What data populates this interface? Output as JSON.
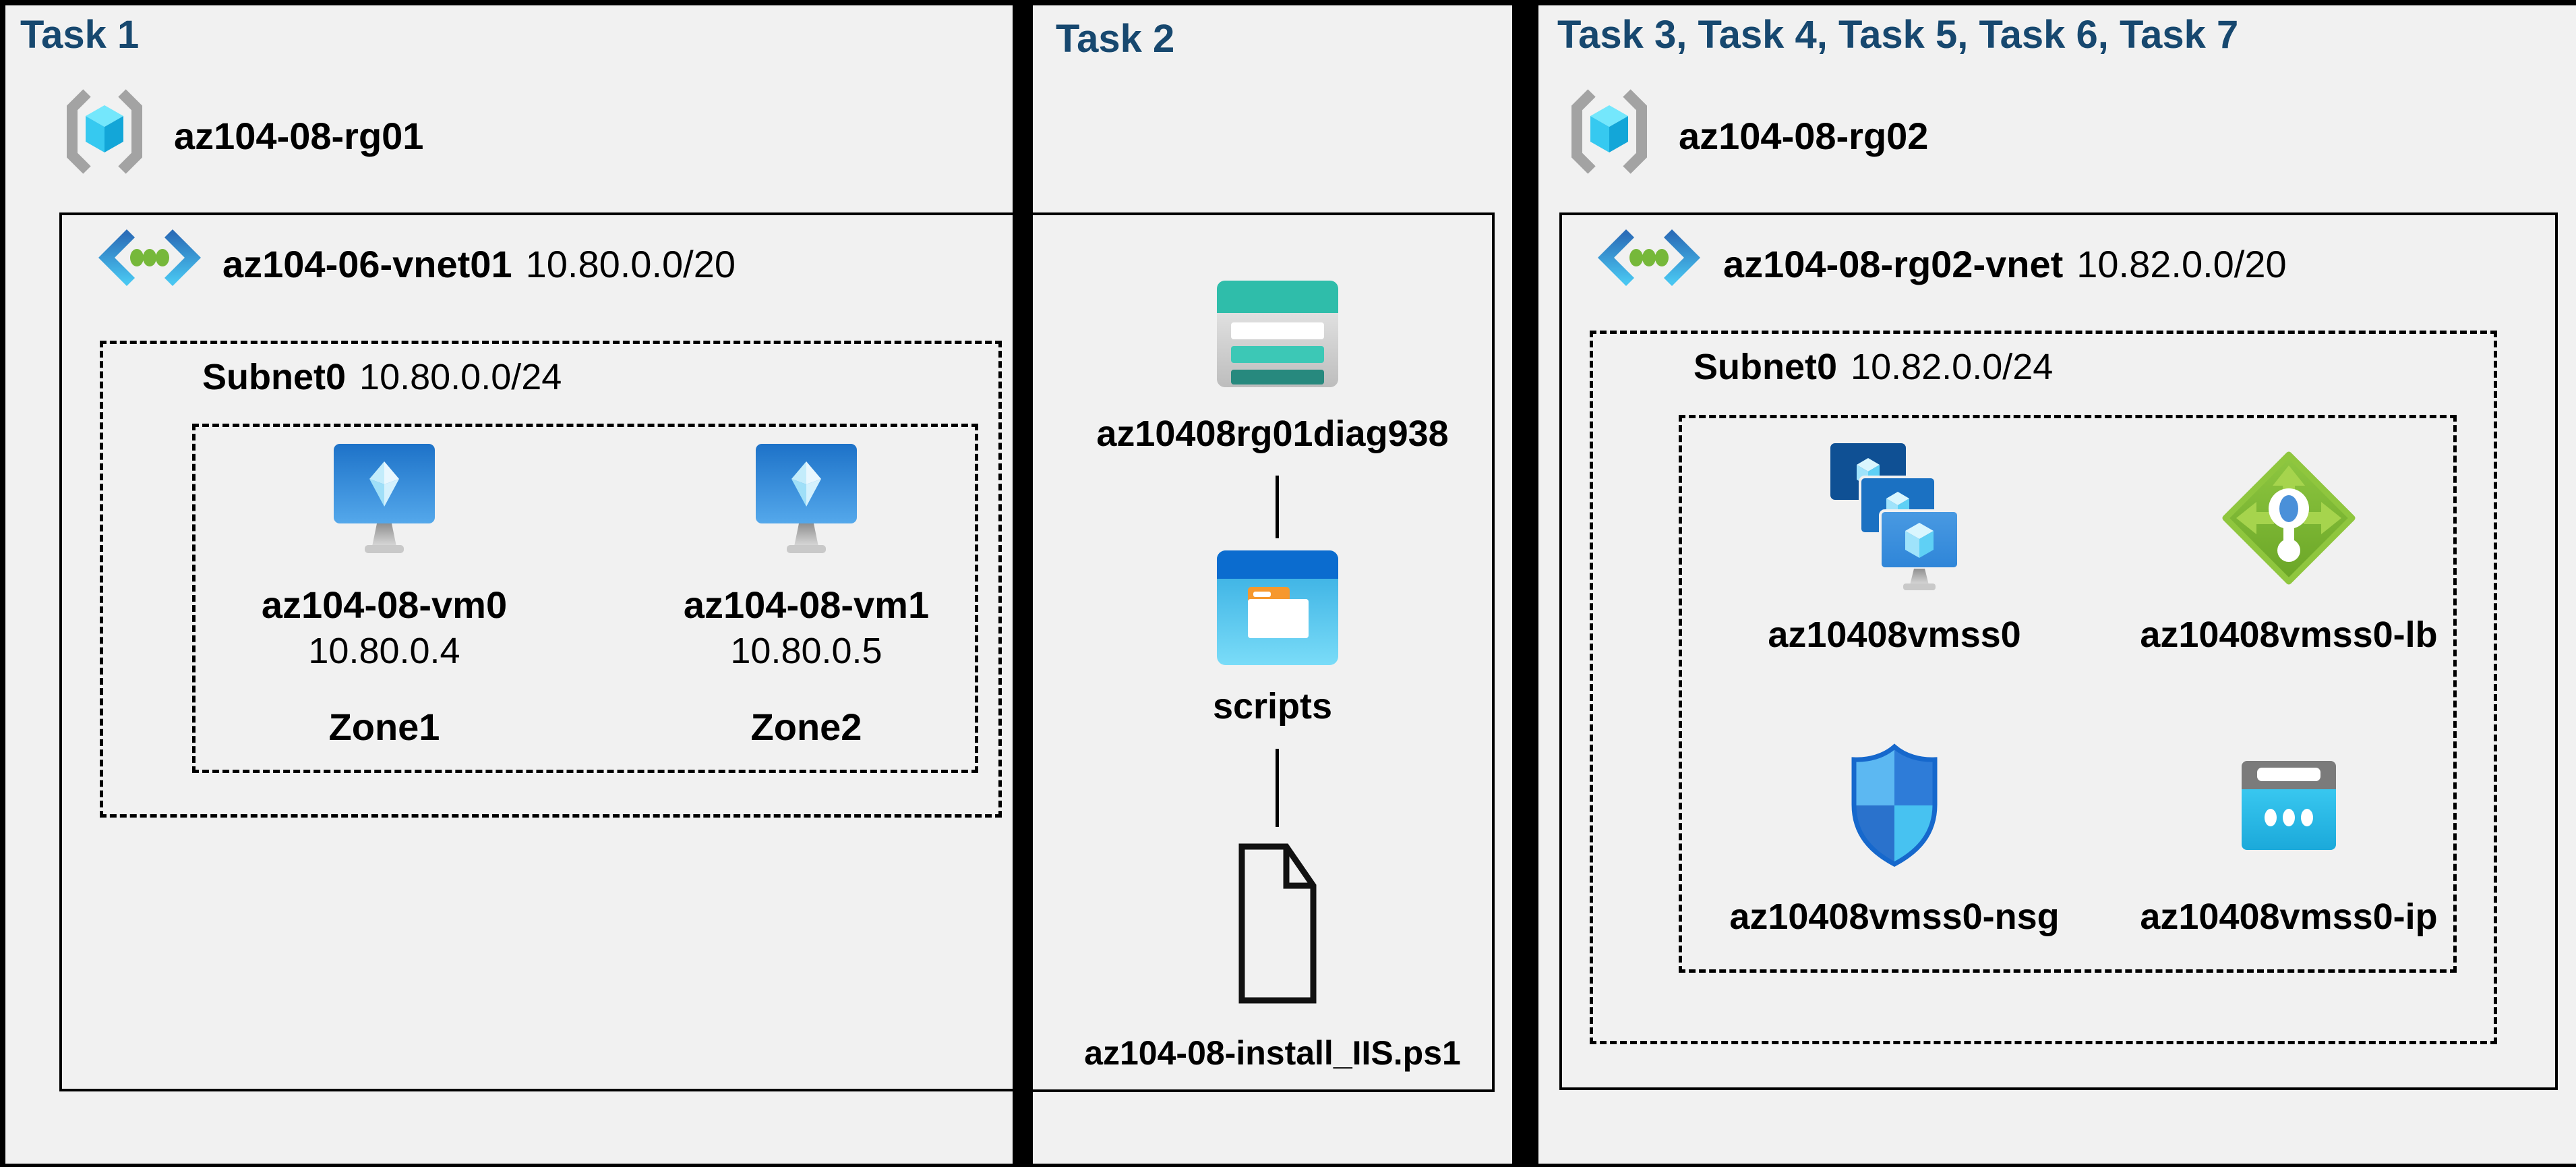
{
  "colors": {
    "background": "#000000",
    "panel_background": "#f1f1f1",
    "header_text": "#17486f",
    "label_text": "#000000",
    "storage_teal": "#2fbdaa",
    "container_band_blue": "#0b6ccf",
    "vm_monitor_blue": "#1d72c8",
    "load_balancer_green": "#8fc63e",
    "nsg_shield_blue": "#2e7cd8",
    "public_ip_cyan": "#2cc3f0",
    "vnet_dot_green": "#76b83a",
    "rg_cube_cyan": "#36c9f0"
  },
  "panels": {
    "task1": {
      "header": "Task 1",
      "resource_group": {
        "name": "az104-08-rg01",
        "icon": "resource-group-icon"
      },
      "vnet": {
        "name": "az104-06-vnet01",
        "cidr": "10.80.0.0/20",
        "icon": "virtual-network-icon"
      },
      "subnet": {
        "name": "Subnet0",
        "cidr": "10.80.0.0/24"
      },
      "vms": [
        {
          "name": "az104-08-vm0",
          "ip": "10.80.0.4",
          "zone": "Zone1",
          "icon": "vm-icon"
        },
        {
          "name": "az104-08-vm1",
          "ip": "10.80.0.5",
          "zone": "Zone2",
          "icon": "vm-icon"
        }
      ]
    },
    "task2": {
      "header": "Task 2",
      "storage_account": {
        "name": "az10408rg01diag938",
        "icon": "storage-account-icon"
      },
      "container": {
        "name": "scripts",
        "icon": "blob-container-icon"
      },
      "file": {
        "name": "az104-08-install_IIS.ps1",
        "icon": "file-icon"
      }
    },
    "task3": {
      "header": "Task 3, Task 4, Task 5, Task 6, Task 7",
      "resource_group": {
        "name": "az104-08-rg02",
        "icon": "resource-group-icon"
      },
      "vnet": {
        "name": "az104-08-rg02-vnet",
        "cidr": "10.82.0.0/20",
        "icon": "virtual-network-icon"
      },
      "subnet": {
        "name": "Subnet0",
        "cidr": "10.82.0.0/24"
      },
      "resources": [
        {
          "name": "az10408vmss0",
          "icon": "vmss-icon"
        },
        {
          "name": "az10408vmss0-lb",
          "icon": "load-balancer-icon"
        },
        {
          "name": "az10408vmss0-nsg",
          "icon": "nsg-icon"
        },
        {
          "name": "az10408vmss0-ip",
          "icon": "public-ip-icon"
        }
      ]
    }
  }
}
